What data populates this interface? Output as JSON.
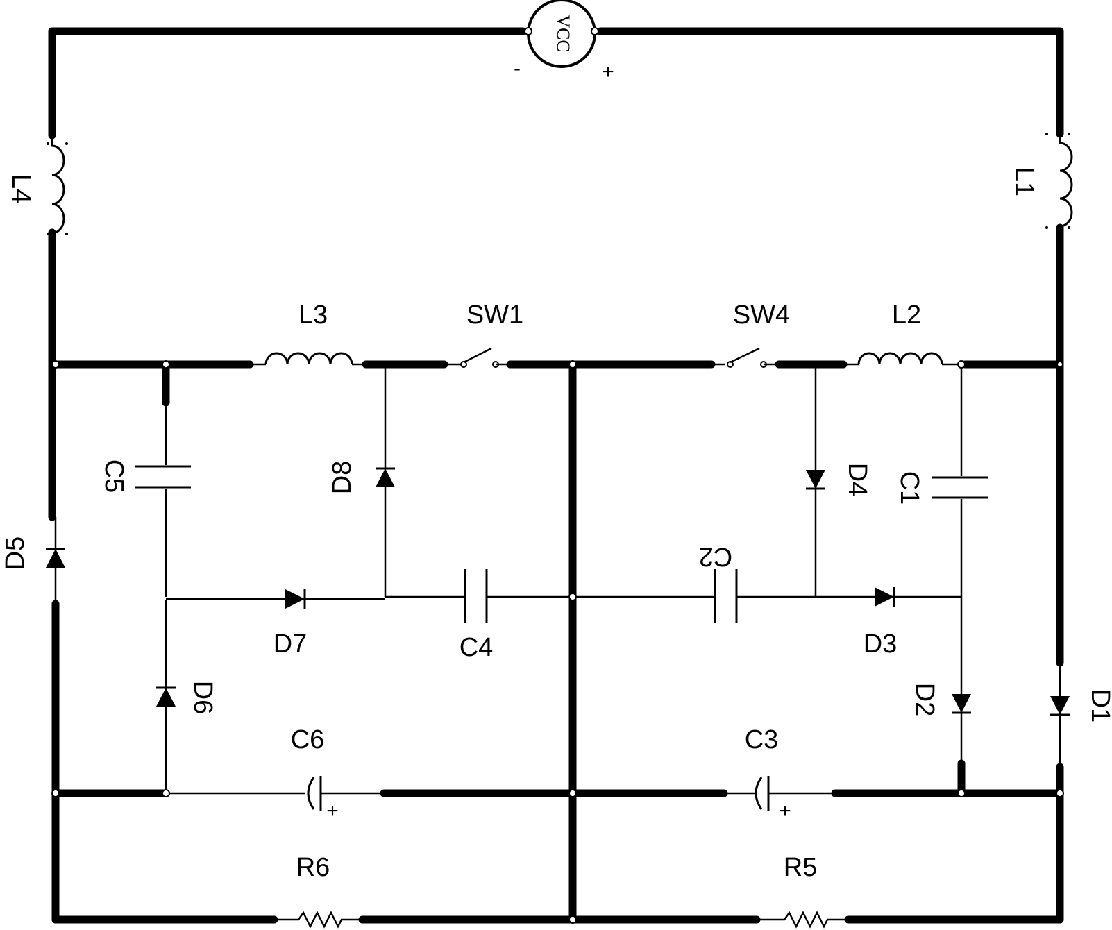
{
  "source": {
    "label": "VCC",
    "minus": "-",
    "plus": "+"
  },
  "inductors": {
    "l1": "L1",
    "l2": "L2",
    "l3": "L3",
    "l4": "L4"
  },
  "switches": {
    "sw1": "SW1",
    "sw4": "SW4"
  },
  "diodes": {
    "d1": "D1",
    "d2": "D2",
    "d3": "D3",
    "d4": "D4",
    "d5": "D5",
    "d6": "D6",
    "d7": "D7",
    "d8": "D8"
  },
  "capacitors": {
    "c1": "C1",
    "c2": "C2",
    "c3": "C3",
    "c4": "C4",
    "c5": "C5",
    "c6": "C6",
    "c3_plus": "+",
    "c6_plus": "+"
  },
  "resistors": {
    "r5": "R5",
    "r6": "R6"
  }
}
